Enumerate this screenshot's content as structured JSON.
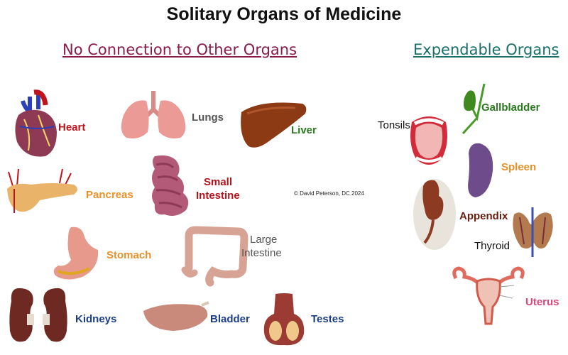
{
  "title": "Solitary Organs of Medicine",
  "sections": {
    "left": {
      "heading": "No Connection to Other Organs",
      "color": "#8a1a4a"
    },
    "right": {
      "heading": "Expendable Organs",
      "color": "#1a6f6a"
    }
  },
  "credit": "© David Peterson, DC 2024",
  "organs_left": {
    "heart": {
      "label": "Heart",
      "color": "#c0141c"
    },
    "lungs": {
      "label": "Lungs",
      "color": "#555555"
    },
    "liver": {
      "label": "Liver",
      "color": "#2a7a1e"
    },
    "pancreas": {
      "label": "Pancreas",
      "color": "#e8902a"
    },
    "small_intestine": {
      "label_line1": "Small",
      "label_line2": "Intestine",
      "color": "#b5121b"
    },
    "stomach": {
      "label": "Stomach",
      "color": "#e8902a"
    },
    "large_intestine": {
      "label_line1": "Large",
      "label_line2": "Intestine",
      "color": "#555555"
    },
    "kidneys": {
      "label": "Kidneys",
      "color": "#1b3f87"
    },
    "bladder": {
      "label": "Bladder",
      "color": "#1b3f87"
    },
    "testes": {
      "label": "Testes",
      "color": "#1b3f87"
    }
  },
  "organs_right": {
    "gallbladder": {
      "label": "Gallbladder",
      "color": "#2a7a1e"
    },
    "tonsils": {
      "label": "Tonsils",
      "color": "#111111"
    },
    "spleen": {
      "label": "Spleen",
      "color": "#e8902a"
    },
    "appendix": {
      "label": "Appendix",
      "color": "#6b1d0e"
    },
    "thyroid": {
      "label": "Thyroid",
      "color": "#111111"
    },
    "uterus": {
      "label": "Uterus",
      "color": "#e0447a"
    }
  }
}
